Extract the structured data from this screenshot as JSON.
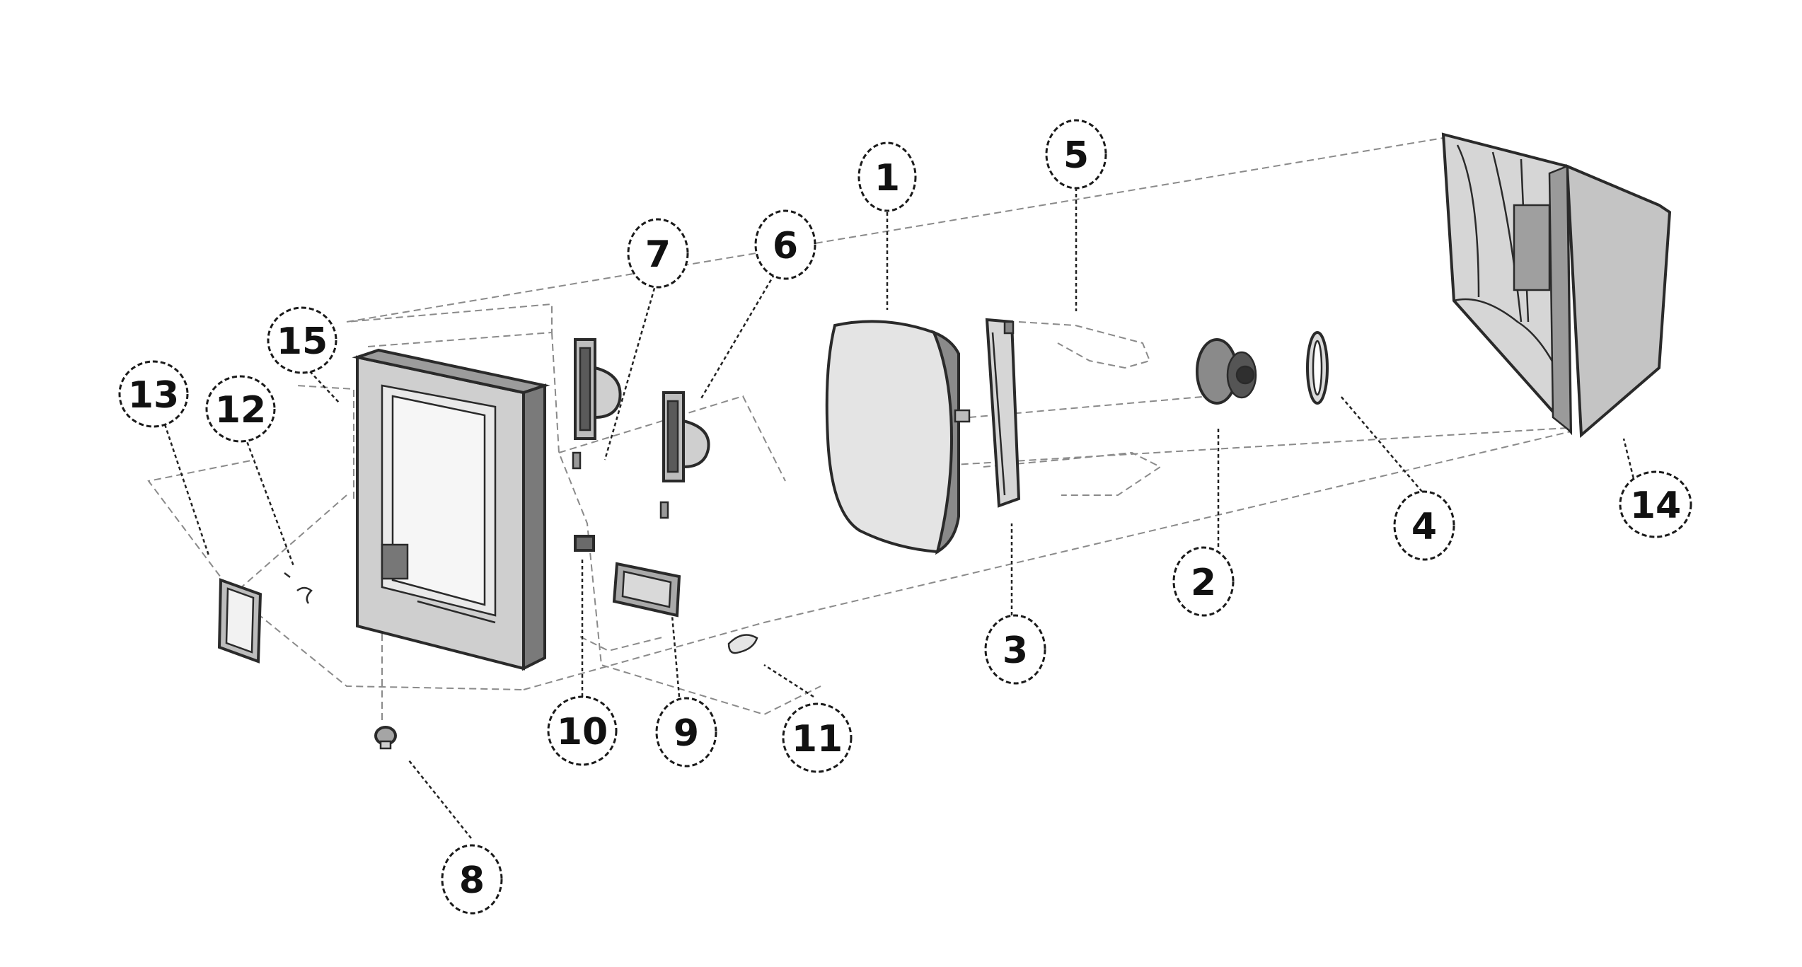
{
  "diagram": {
    "type": "exploded-parts-view",
    "callouts": [
      {
        "id": "1",
        "label": "1"
      },
      {
        "id": "2",
        "label": "2"
      },
      {
        "id": "3",
        "label": "3"
      },
      {
        "id": "4",
        "label": "4"
      },
      {
        "id": "5",
        "label": "5"
      },
      {
        "id": "6",
        "label": "6"
      },
      {
        "id": "7",
        "label": "7"
      },
      {
        "id": "8",
        "label": "8"
      },
      {
        "id": "9",
        "label": "9"
      },
      {
        "id": "10",
        "label": "10"
      },
      {
        "id": "11",
        "label": "11"
      },
      {
        "id": "12",
        "label": "12"
      },
      {
        "id": "13",
        "label": "13"
      },
      {
        "id": "14",
        "label": "14"
      },
      {
        "id": "15",
        "label": "15"
      }
    ],
    "colors": {
      "line": "#2a2a2a",
      "guide": "#8a8a8a",
      "fill_light": "#d9d9d9",
      "fill_mid": "#a8a8a8",
      "fill_dark": "#555555"
    }
  }
}
